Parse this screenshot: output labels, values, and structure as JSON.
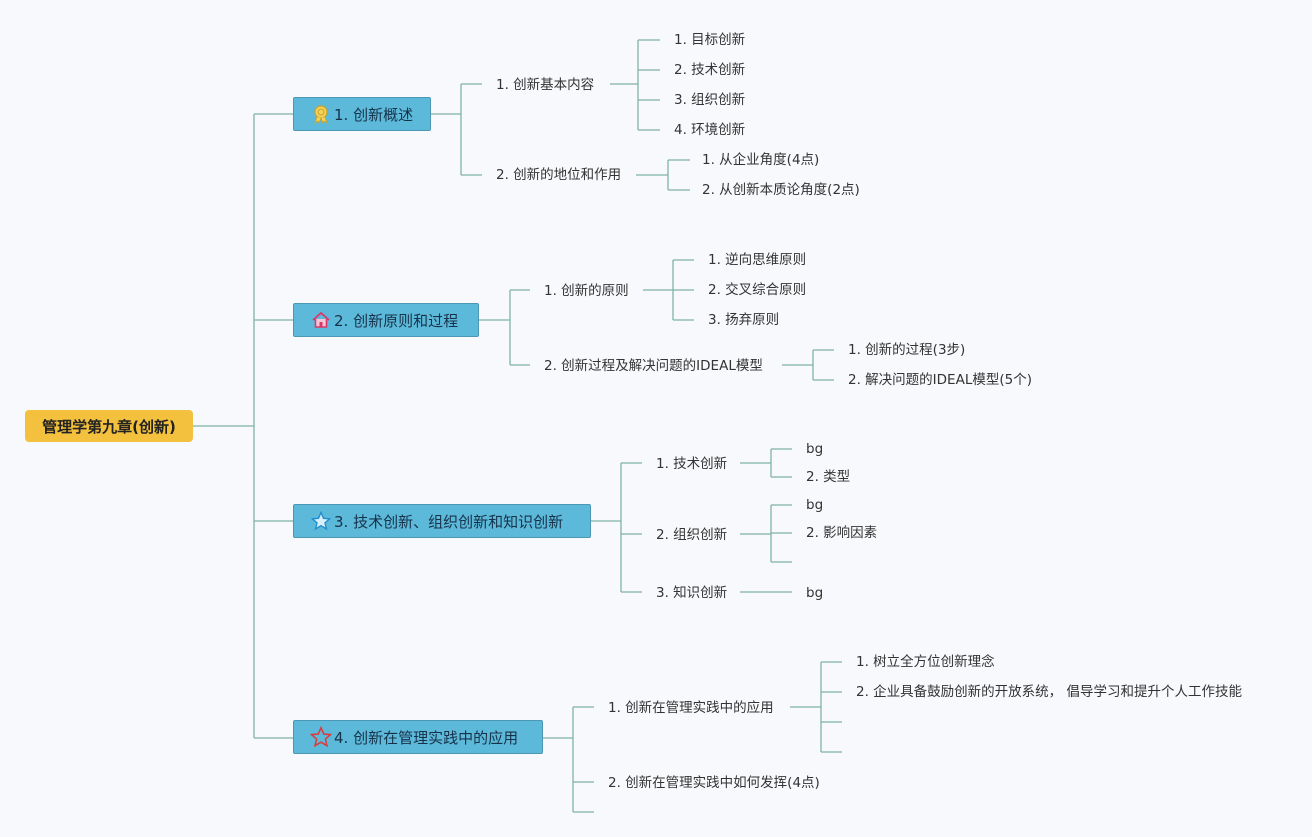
{
  "root": "管理学第九章(创新)",
  "branches": [
    {
      "label": "1. 创新概述",
      "icon": "ribbon-medal-icon",
      "children": [
        {
          "label": "1. 创新基本内容",
          "children": [
            "1. 目标创新",
            "2. 技术创新",
            "3. 组织创新",
            "4. 环境创新"
          ]
        },
        {
          "label": "2. 创新的地位和作用",
          "children": [
            "1. 从企业角度(4点)",
            "2. 从创新本质论角度(2点)"
          ]
        }
      ]
    },
    {
      "label": "2. 创新原则和过程",
      "icon": "house-icon",
      "children": [
        {
          "label": "1. 创新的原则",
          "children": [
            "1. 逆向思维原则",
            "2. 交叉综合原则",
            "3. 扬弃原则"
          ]
        },
        {
          "label": "2. 创新过程及解决问题的IDEAL模型",
          "children": [
            "1. 创新的过程(3步)",
            "2. 解决问题的IDEAL模型(5个)"
          ]
        }
      ]
    },
    {
      "label": "3. 技术创新、组织创新和知识创新",
      "icon": "star-outline-icon",
      "children": [
        {
          "label": "1. 技术创新",
          "children": [
            "bg",
            "2. 类型"
          ]
        },
        {
          "label": "2. 组织创新",
          "children": [
            "bg",
            "2. 影响因素",
            ""
          ]
        },
        {
          "label": "3. 知识创新",
          "children": [
            "bg"
          ]
        }
      ]
    },
    {
      "label": "4. 创新在管理实践中的应用",
      "icon": "star-outline-icon",
      "children": [
        {
          "label": "1. 创新在管理实践中的应用",
          "children": [
            "1. 树立全方位创新理念",
            "2. 企业具备鼓励创新的开放系统， 倡导学习和提升个人工作技能",
            "",
            ""
          ]
        },
        {
          "label": "2. 创新在管理实践中如何发挥(4点)",
          "children": []
        },
        {
          "label": "",
          "children": []
        }
      ]
    }
  ]
}
